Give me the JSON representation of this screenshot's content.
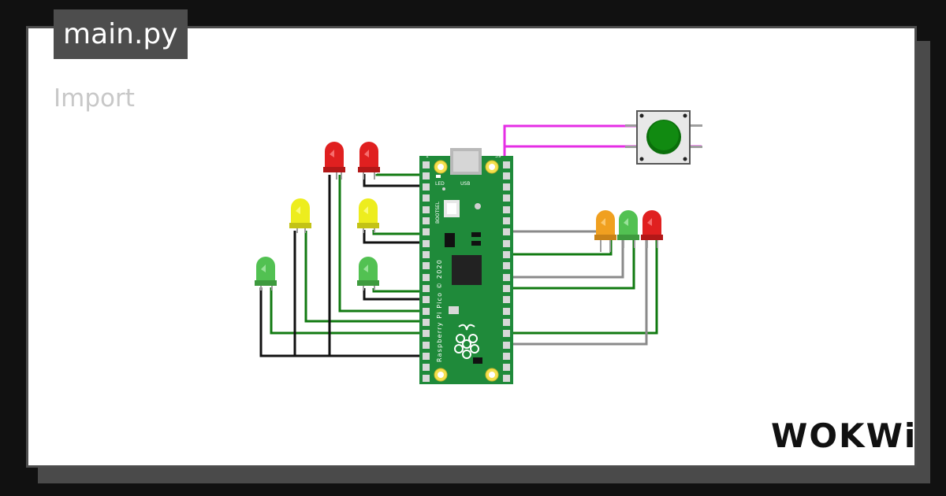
{
  "file_tab": {
    "label": "main.py"
  },
  "code": {
    "first_line": "Import"
  },
  "board": {
    "name": "Raspberry Pi Pico",
    "silkscreen": "Raspberry Pi Pico © 2020",
    "usb_label": "USB",
    "led_label": "LED",
    "bootsel_label": "BOOTSEL",
    "pin_label_top_left": "1",
    "pin_label_top_right": "39"
  },
  "components": {
    "left_leds": [
      {
        "color": "red"
      },
      {
        "color": "red"
      },
      {
        "color": "yellow"
      },
      {
        "color": "yellow"
      },
      {
        "color": "green"
      },
      {
        "color": "green"
      }
    ],
    "right_leds": [
      {
        "color": "orange"
      },
      {
        "color": "green"
      },
      {
        "color": "red"
      }
    ],
    "pushbutton": {
      "color": "green"
    }
  },
  "colors": {
    "background": "#111111",
    "card": "#ffffff",
    "tab": "#4d4d4d",
    "pcb": "#1f8a3a",
    "wire_green": "#117a11",
    "wire_black": "#111111",
    "wire_gray": "#8a8a8a",
    "wire_magenta": "#e52ee5"
  },
  "brand": {
    "logo": "WOKWi"
  }
}
